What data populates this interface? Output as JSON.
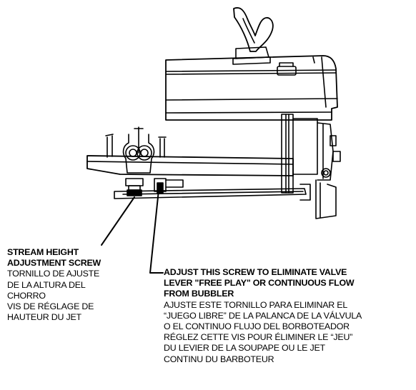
{
  "callouts": {
    "stream_height": {
      "title_lines": [
        "STREAM HEIGHT",
        "ADJUSTMENT SCREW"
      ],
      "body_lines": [
        "TORNILLO DE AJUSTE",
        "DE LA ALTURA DEL",
        "CHORRO",
        "VIS DE RÉGLAGE DE",
        "HAUTEUR DU JET"
      ]
    },
    "free_play": {
      "title_lines": [
        "ADJUST THIS SCREW TO ELIMINATE VALVE",
        "LEVER \"FREE PLAY\" OR CONTINUOUS FLOW",
        "FROM BUBBLER"
      ],
      "body_lines": [
        "AJUSTE ESTE TORNILLO PARA ELIMINAR EL",
        "“JUEGO LIBRE” DE LA PALANCA DE LA VÁLVULA",
        "O EL CONTINUO FLUJO DEL BORBOTEADOR",
        "RÉGLEZ CETTE VIS POUR ÉLIMINER LE “JEU”",
        "DU LEVIER DE LA SOUPAPE OU LE JET",
        "CONTINU DU BARBOTEUR"
      ]
    }
  },
  "colors": {
    "line": "#000000",
    "background": "#ffffff",
    "shade": "#000000"
  }
}
